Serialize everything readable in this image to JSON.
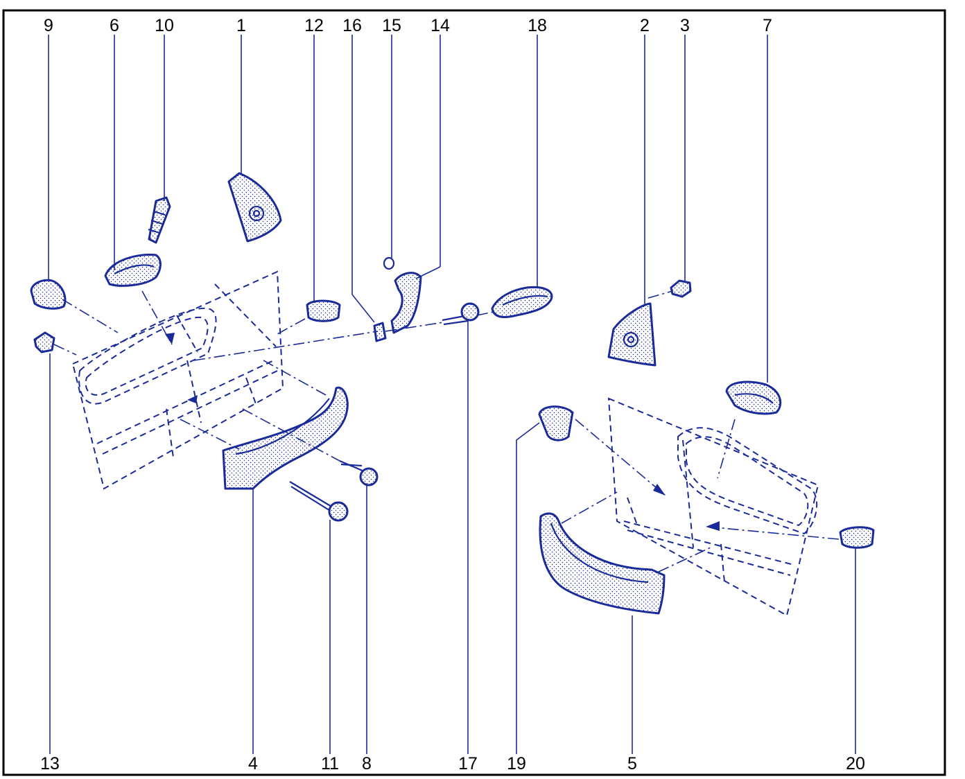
{
  "labels": {
    "p1": "1",
    "p2": "2",
    "p3": "3",
    "p4": "4",
    "p5": "5",
    "p6": "6",
    "p7": "7",
    "p8": "8",
    "p9": "9",
    "p10": "10",
    "p11": "11",
    "p12": "12",
    "p13": "13",
    "p14": "14",
    "p15": "15",
    "p16": "16",
    "p17": "17",
    "p18": "18",
    "p19": "19",
    "p20": "20"
  },
  "colors": {
    "line": "#1a2a99",
    "frame": "#000000",
    "background": "#ffffff"
  }
}
